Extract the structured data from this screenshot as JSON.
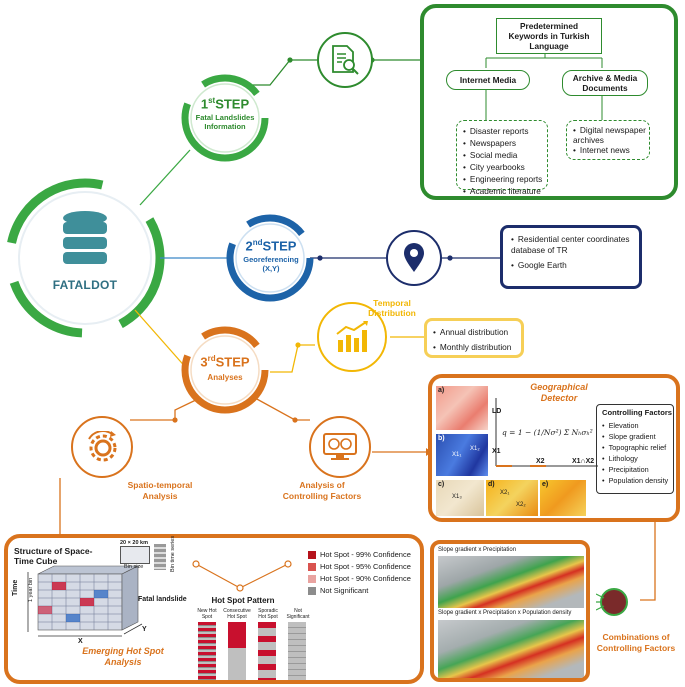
{
  "center": {
    "title": "FATALDOT"
  },
  "step1": {
    "num": "1",
    "sup": "st",
    "word": "STEP",
    "subtitle": "Fatal Landslides Information",
    "keywords": "Predetermined Keywords in Turkish Language",
    "internet_media": {
      "title": "Internet Media",
      "items": [
        "Disaster reports",
        "Newspapers",
        "Social media",
        "City yearbooks",
        "Engineering reports",
        "Academic literature"
      ]
    },
    "archive_media": {
      "title": "Archive & Media Documents",
      "items": [
        "Digital newspaper archives",
        "Internet news"
      ]
    }
  },
  "step2": {
    "num": "2",
    "sup": "nd",
    "word": "STEP",
    "subtitle": "Georeferencing (X,Y)",
    "items": [
      "Residential center coordinates database of TR",
      "Google Earth"
    ]
  },
  "step3": {
    "num": "3",
    "sup": "rd",
    "word": "STEP",
    "subtitle": "Analyses",
    "temporal": {
      "title": "Temporal Distribution",
      "items": [
        "Annual distribution",
        "Monthly distribution"
      ]
    },
    "spatio_temporal": "Spatio-temporal Analysis",
    "controlling": "Analysis of Controlling Factors"
  },
  "geo_detector": {
    "title": "Geographical Detector",
    "panel_labels": [
      "a)",
      "b)",
      "c)",
      "d)",
      "e)"
    ],
    "map_labels": [
      "X1₁",
      "X1₂",
      "X1₃",
      "X2₁",
      "X2₂"
    ],
    "axis": {
      "ld": "LD",
      "x1": "X1",
      "x2": "X2",
      "x1x2": "X1∩X2"
    },
    "formula": "q = 1 − (1/Nσ²) Σ Nₕσₕ²",
    "factors_title": "Controlling Factors",
    "factors": [
      "Elevation",
      "Slope gradient",
      "Topographic relief",
      "Lithology",
      "Precipitation",
      "Population density"
    ]
  },
  "hotspot": {
    "cube_title": "Structure of Space-Time Cube",
    "bin_size": "20 × 20 km",
    "bin_label": "Bin size",
    "bin_time": "Bin time series",
    "time_label": "Time",
    "time_step": "1 year bin",
    "fatal_label": "Fatal landslide",
    "axis_x": "X",
    "axis_y": "Y",
    "legend": [
      {
        "label": "Hot Spot - 99% Confidence",
        "color": "#b5121b"
      },
      {
        "label": "Hot Spot - 95% Confidence",
        "color": "#d9534f"
      },
      {
        "label": "Hot Spot - 90% Confidence",
        "color": "#e9a3a0"
      },
      {
        "label": "Not Significant",
        "color": "#8c8c8c"
      }
    ],
    "pattern_title": "Hot Spot Pattern",
    "patterns": [
      "New Hot Spot",
      "Consecutive Hot Spot",
      "Sporadic Hot Spot",
      "Not Significant"
    ],
    "footer": "Emerging Hot Spot Analysis"
  },
  "combinations": {
    "map1": "Slope gradient x Precipitation",
    "map2": "Slope gradient x Precipitation x Population density",
    "label": "Combinations of Controlling Factors"
  },
  "colors": {
    "green": "#2e8b2e",
    "blue": "#1d63a8",
    "orange": "#d9731d",
    "yellow": "#f2b705",
    "navy": "#1c2d6b"
  }
}
